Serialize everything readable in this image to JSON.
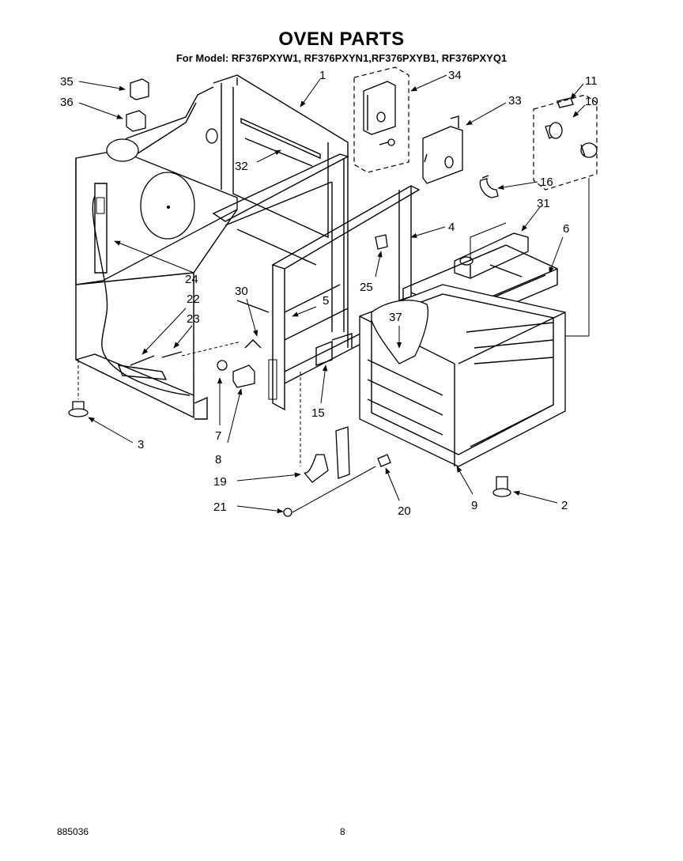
{
  "header": {
    "title": "OVEN PARTS",
    "subtitle": "For Model: RF376PXYW1, RF376PXYN1,RF376PXYB1, RF376PXYQ1"
  },
  "footer": {
    "doc_number": "885036",
    "page_number": "8"
  },
  "callouts": {
    "c1": "1",
    "c2": "2",
    "c3": "3",
    "c4": "4",
    "c5": "5",
    "c6": "6",
    "c7": "7",
    "c8": "8",
    "c9": "9",
    "c10": "10",
    "c11": "11",
    "c15": "15",
    "c16": "16",
    "c19": "19",
    "c20": "20",
    "c21": "21",
    "c22": "22",
    "c23": "23",
    "c24": "24",
    "c25": "25",
    "c30": "30",
    "c31": "31",
    "c32": "32",
    "c33": "33",
    "c34": "34",
    "c35": "35",
    "c36": "36",
    "c37": "37"
  }
}
